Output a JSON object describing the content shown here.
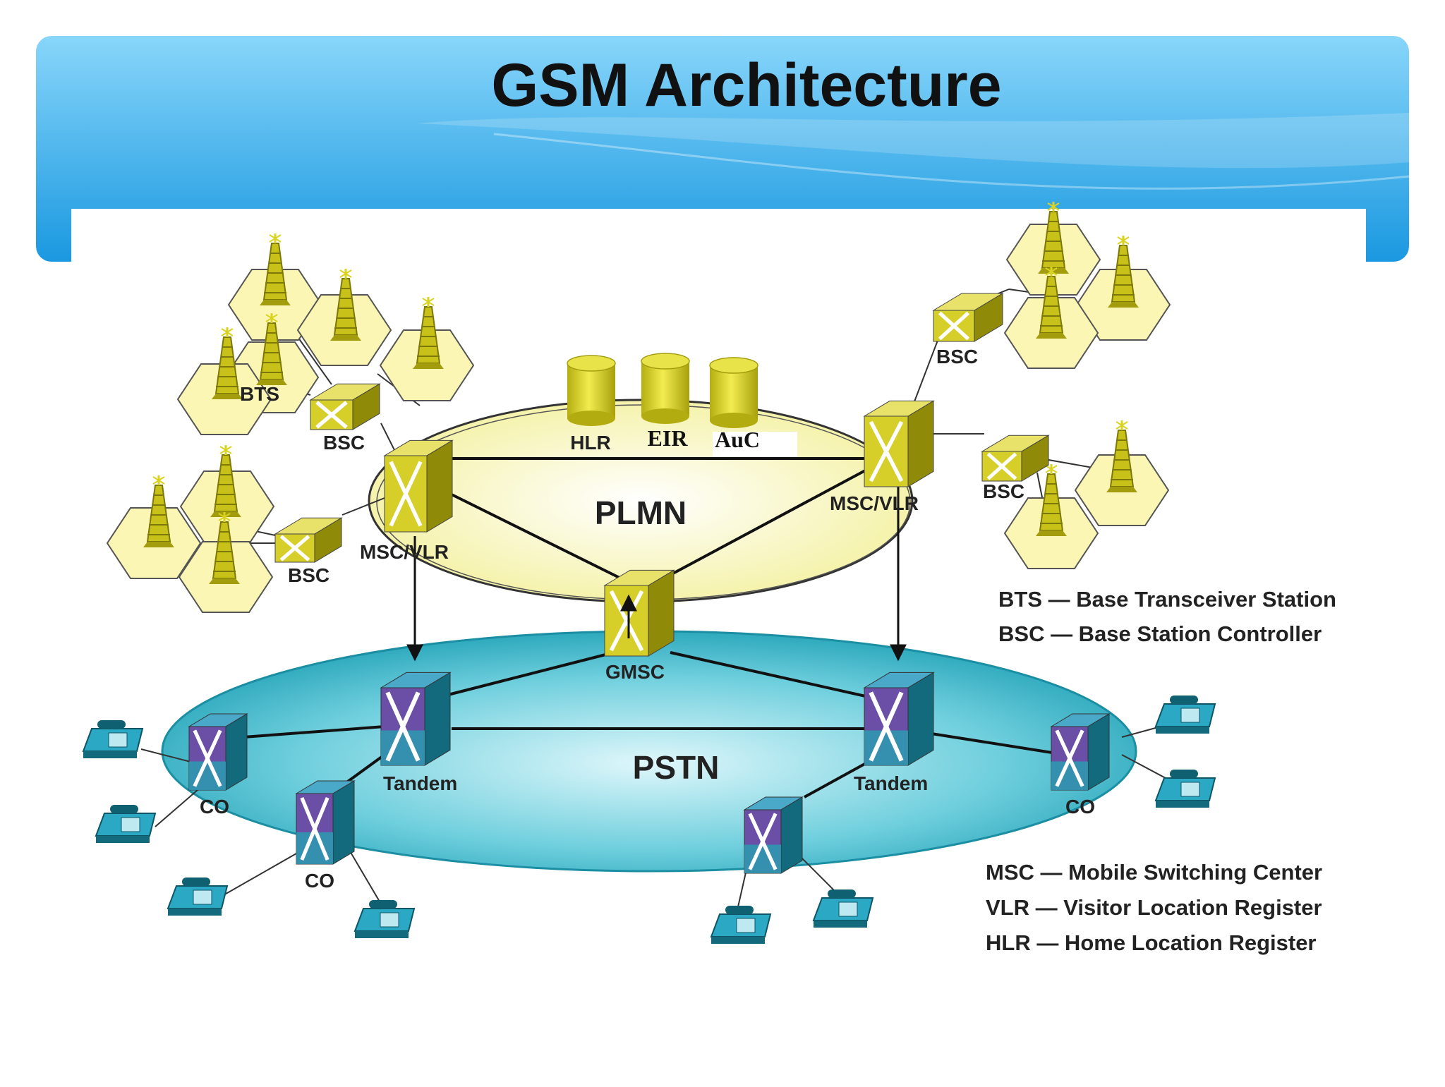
{
  "title": "GSM Architecture",
  "colors": {
    "banner_top": "#7fd0f7",
    "banner_bottom": "#1f9fe3",
    "plmn_fill": "#f8f8b8",
    "pstn_fill": "#3ab8cc",
    "mobile_box": "#c8c218",
    "pstn_box": "#1f8fa0",
    "tower": "#c7c11a",
    "hex_fill": "#fbf6b4"
  },
  "networks": {
    "plmn": "PLMN",
    "pstn": "PSTN"
  },
  "databases": {
    "hlr": "HLR",
    "eir": "EIR",
    "auc": "AuC"
  },
  "labels": {
    "bts": "BTS",
    "bsc_top_left": "BSC",
    "bsc_left": "BSC",
    "bsc_top_right": "BSC",
    "bsc_right": "BSC",
    "msc_vlr_left": "MSC/VLR",
    "msc_vlr_right": "MSC/VLR",
    "gmsc": "GMSC",
    "tandem_left": "Tandem",
    "tandem_right": "Tandem",
    "co_left": "CO",
    "co_bottom_left": "CO",
    "co_right": "CO"
  },
  "legend": {
    "top": [
      "BTS — Base Transceiver Station",
      "BSC — Base Station Controller"
    ],
    "bottom": [
      "MSC — Mobile Switching Center",
      "VLR — Visitor Location Register",
      "HLR — Home Location Register"
    ]
  },
  "icons": {
    "tower": "cell-tower-icon",
    "switch": "switch-box-icon",
    "database": "database-cylinder-icon",
    "phone": "telephone-icon"
  }
}
